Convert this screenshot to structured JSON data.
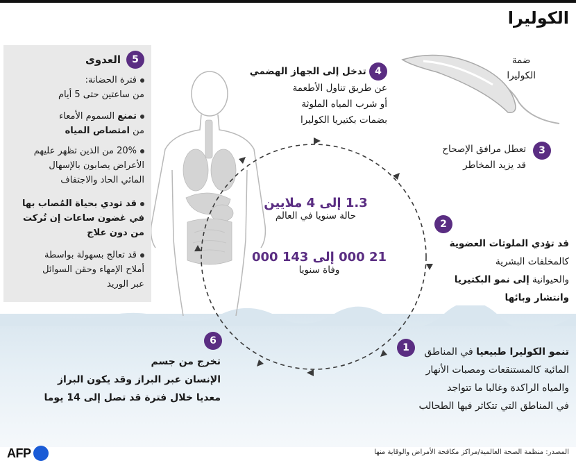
{
  "title": "الكوليرا",
  "colors": {
    "accent": "#5a2d82",
    "water": "#dbe7f0",
    "box": "#e9e9e9"
  },
  "bacteria_label": {
    "line1": "ضمة",
    "line2": "الكوليرا"
  },
  "sidebar": {
    "number": "5",
    "heading": "العدوى",
    "items": [
      {
        "l1": "فترة الحضانة:",
        "l2": "من ساعتين حتى 5 أيام"
      },
      {
        "l1_bold": "تمنع",
        "l1_rest": " السموم الأمعاء",
        "l2_plain": "من ",
        "l2_bold": "امتصاص المياه"
      },
      {
        "l1": "20% من الذين تظهر عليهم",
        "l2": "الأعراض يصابون بالإسهال",
        "l3": "المائي الحاد والاجتفاف"
      },
      {
        "l1": "قد تودي بحياة المُصاب بها",
        "l2": "في غضون ساعات إن تُركت",
        "l3": "من دون علاج"
      },
      {
        "l1": "قد تعالج بسهولة بواسطة",
        "l2": "أملاح الإمهاء وحقن السوائل",
        "l3": "عبر الوريد"
      }
    ]
  },
  "steps": {
    "s1": {
      "num": "1",
      "l1_bold": "تنمو الكوليرا طبيعيا",
      "l1_rest": " في المناطق",
      "l2": "المائية كالمستنقعات ومصبات الأنهار",
      "l3": "والمياه الراكدة وغالبا ما تتواجد",
      "l4": "في المناطق التي تتكاثر فيها الطحالب"
    },
    "s2": {
      "num": "2",
      "l1": "قد تؤدي الملوثات العضوية",
      "l2": "كالمخلفات البشرية",
      "l3_plain": "والحيوانية ",
      "l3_bold": "إلى نمو البكتيريا",
      "l4": "وانتشار وبائها"
    },
    "s3": {
      "num": "3",
      "l1": "تعطل مرافق الإصحاح",
      "l2": "قد يزيد المخاطر"
    },
    "s4": {
      "num": "4",
      "l1": "تدخل إلى الجهاز الهضمي",
      "l2": "عن طريق تناول الأطعمة",
      "l3": "أو شرب المياه الملوثة",
      "l4": "بضمات بكتيريا الكوليرا"
    },
    "s6": {
      "num": "6",
      "l1": "تخرج من جسم",
      "l2": "الإنسان عبر البراز وقد يكون البراز",
      "l3": "معديا خلال فترة قد تصل إلى 14 يوما"
    }
  },
  "stats": {
    "cases_value": "1.3 إلى 4 ملايين",
    "cases_label": "حالة سنويا في العالم",
    "deaths_value": "21 000 إلى  143 000",
    "deaths_label": "وفاة سنويا"
  },
  "footer": {
    "source": "المصدر: منظمة الصحة العالمية/مراكز مكافحة الأمراض والوقاية منها",
    "logo": "AFP"
  }
}
